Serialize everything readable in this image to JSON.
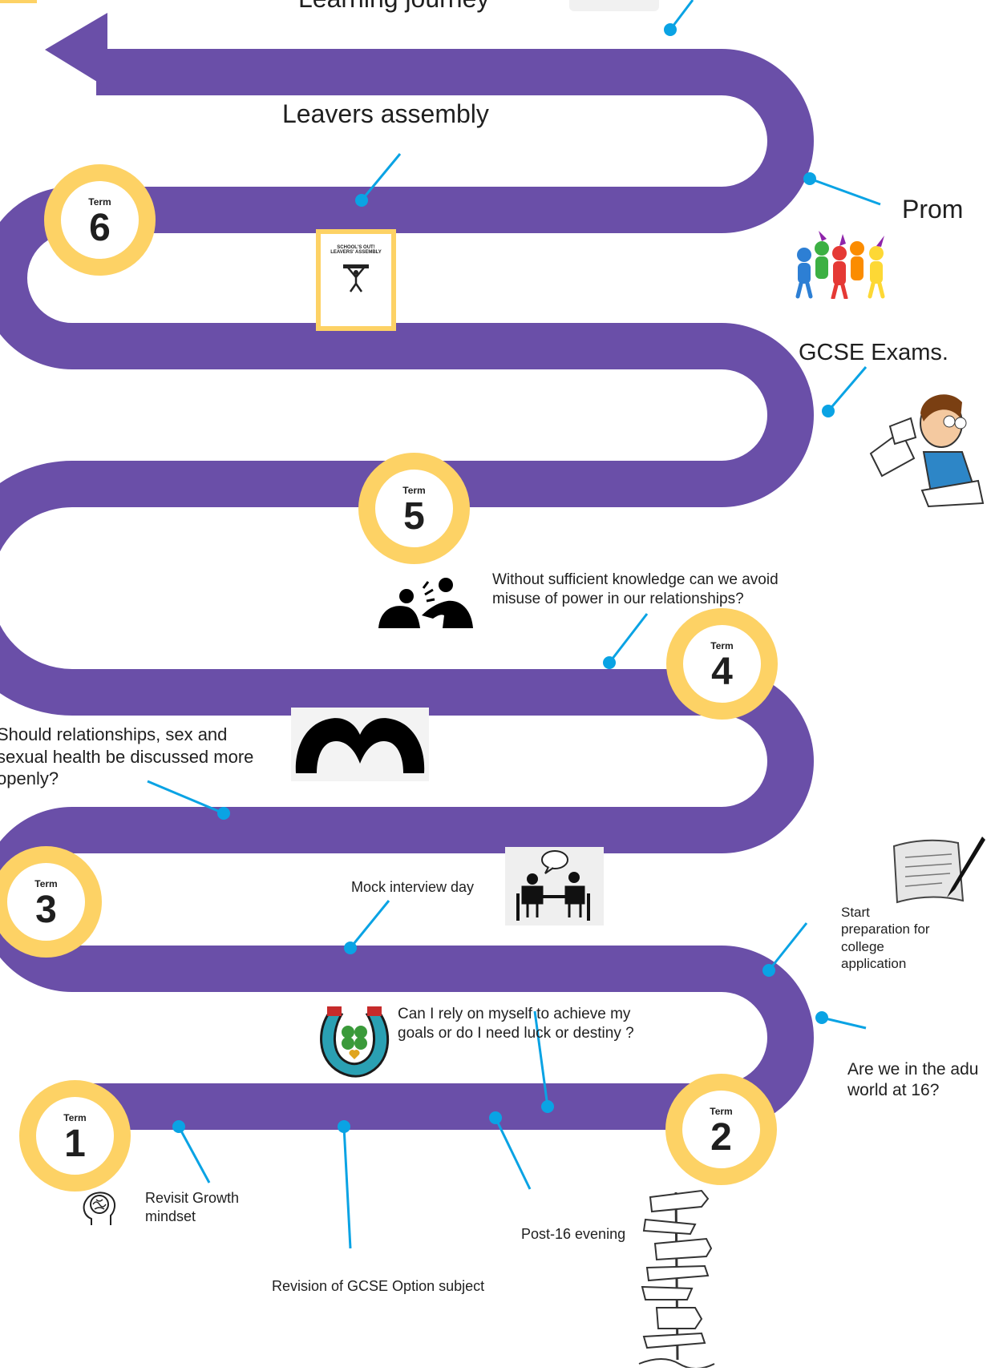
{
  "title": "Learning journey",
  "colors": {
    "road": "#6a4fa8",
    "badge_ring": "#fdd265",
    "connector": "#0aa3e4"
  },
  "terms": [
    {
      "label": "Term",
      "number": "1"
    },
    {
      "label": "Term",
      "number": "2"
    },
    {
      "label": "Term",
      "number": "3"
    },
    {
      "label": "Term",
      "number": "4"
    },
    {
      "label": "Term",
      "number": "5"
    },
    {
      "label": "Term",
      "number": "6"
    }
  ],
  "milestones": {
    "growth_mindset": "Revisit Growth\nmindset",
    "gcse_option": "Revision of GCSE Option subject",
    "post16": "Post-16 evening",
    "rely_on_myself": "Can I rely on myself to achieve my\ngoals or do I need luck or destiny ?",
    "adult_world": "Are we in the adu\nworld at 16?",
    "college_app": "Start\npreparation for\ncollege\napplication",
    "mock_interview": "Mock interview day",
    "relationships_discussed": "Should relationships, sex and\nsexual health be discussed more\nopenly?",
    "misuse_of_power": "Without sufficient knowledge can we avoid\nmisuse of power in our relationships?",
    "gcse_exams": "GCSE Exams.",
    "prom": "Prom",
    "leavers_assembly": "Leavers assembly"
  },
  "leavers_booklet": {
    "title_line1": "SCHOOL'S OUT!",
    "title_line2": "LEAVERS' ASSEMBLY"
  },
  "icons": [
    "brain-head-icon",
    "horseshoe-clover-icon",
    "signpost-icon",
    "writing-pen-icon",
    "interview-icon",
    "heart-hands-icon",
    "argument-icon",
    "stressed-student-icon",
    "party-people-icon",
    "leavers-booklet-icon"
  ]
}
